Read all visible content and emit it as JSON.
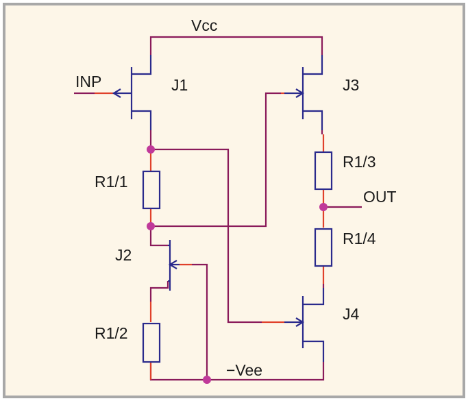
{
  "colors": {
    "background": "#fdf6e8",
    "border": "#a8a8a8",
    "wire": "#8a1a5a",
    "lead": "#e0402a",
    "symbol": "#2a2a8c",
    "node": "#c0399a"
  },
  "labels": {
    "vcc": "Vcc",
    "vee": "−Vee",
    "inp": "INP",
    "out": "OUT",
    "j1": "J1",
    "j2": "J2",
    "j3": "J3",
    "j4": "J4",
    "r11": "R1/1",
    "r12": "R1/2",
    "r13": "R1/3",
    "r14": "R1/4"
  }
}
